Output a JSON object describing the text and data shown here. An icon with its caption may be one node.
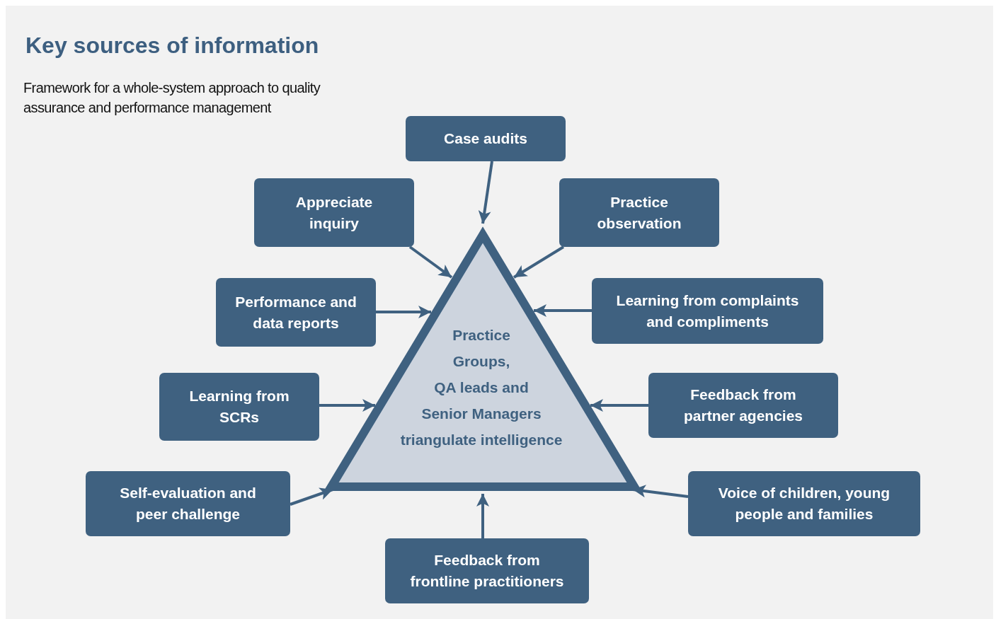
{
  "diagram": {
    "title": "Key sources of information",
    "caption": "Framework for a whole-system approach to quality assurance and performance management",
    "nodes": [
      {
        "text": [
          "Case audits"
        ]
      },
      {
        "text": [
          "Appreciate inquiry"
        ]
      },
      {
        "text": [
          "Practice observation"
        ]
      },
      {
        "text": [
          "Performance and data reports"
        ]
      },
      {
        "text": [
          "Learning from complaints and compliments"
        ]
      },
      {
        "text": [
          "Learning from SCRs"
        ]
      },
      {
        "text": [
          "Feedback from partner agencies"
        ]
      },
      {
        "text": [
          "Self-evaluation and peer challenge"
        ]
      },
      {
        "text": [
          "Voice of children, young people and families"
        ]
      },
      {
        "text": [
          "Feedback from frontline practitioners"
        ]
      },
      {
        "text": [
          "Practice Groups, QA leads and Senior Managers triangulate intelligence"
        ]
      }
    ],
    "edges": [
      {
        "from": 0,
        "to": 10,
        "arrow": "to"
      },
      {
        "from": 1,
        "to": 10,
        "arrow": "to"
      },
      {
        "from": 2,
        "to": 10,
        "arrow": "to"
      },
      {
        "from": 3,
        "to": 10,
        "arrow": "to"
      },
      {
        "from": 4,
        "to": 10,
        "arrow": "to"
      },
      {
        "from": 5,
        "to": 10,
        "arrow": "to"
      },
      {
        "from": 6,
        "to": 10,
        "arrow": "to"
      },
      {
        "from": 7,
        "to": 10,
        "arrow": "to"
      },
      {
        "from": 8,
        "to": 10,
        "arrow": "to"
      },
      {
        "from": 9,
        "to": 10,
        "arrow": "to"
      }
    ]
  }
}
